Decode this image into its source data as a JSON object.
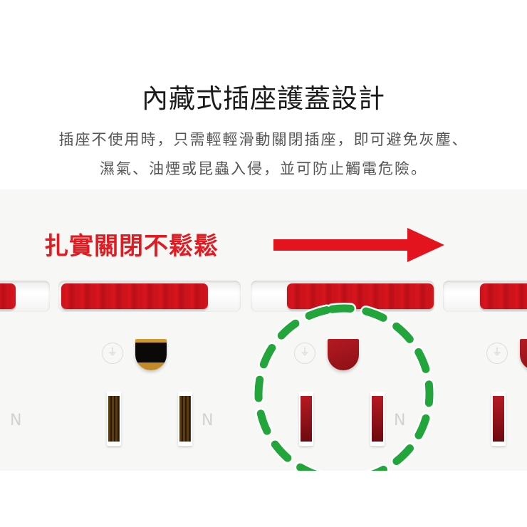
{
  "header": {
    "title": "內藏式插座護蓋設計",
    "description_line1": "插座不使用時，只需輕輕滑動關閉插座，即可避免灰塵、",
    "description_line2": "濕氣、油煙或昆蟲入侵，並可防止觸電危險。"
  },
  "product_image": {
    "headline": "扎實關閉不鬆鬆",
    "arrow_icon": "right-arrow",
    "colors": {
      "accent_red": "#e3141d",
      "highlight_green": "#22a63c",
      "panel_bg": "#f7f7f6"
    },
    "outlets": [
      {
        "state": "open",
        "neutral_label": "N"
      },
      {
        "state": "covered",
        "neutral_label": "N",
        "highlighted": true
      },
      {
        "state": "covered",
        "neutral_label": ""
      }
    ],
    "left_partial_label": "N",
    "ground_symbol": "⏚"
  }
}
